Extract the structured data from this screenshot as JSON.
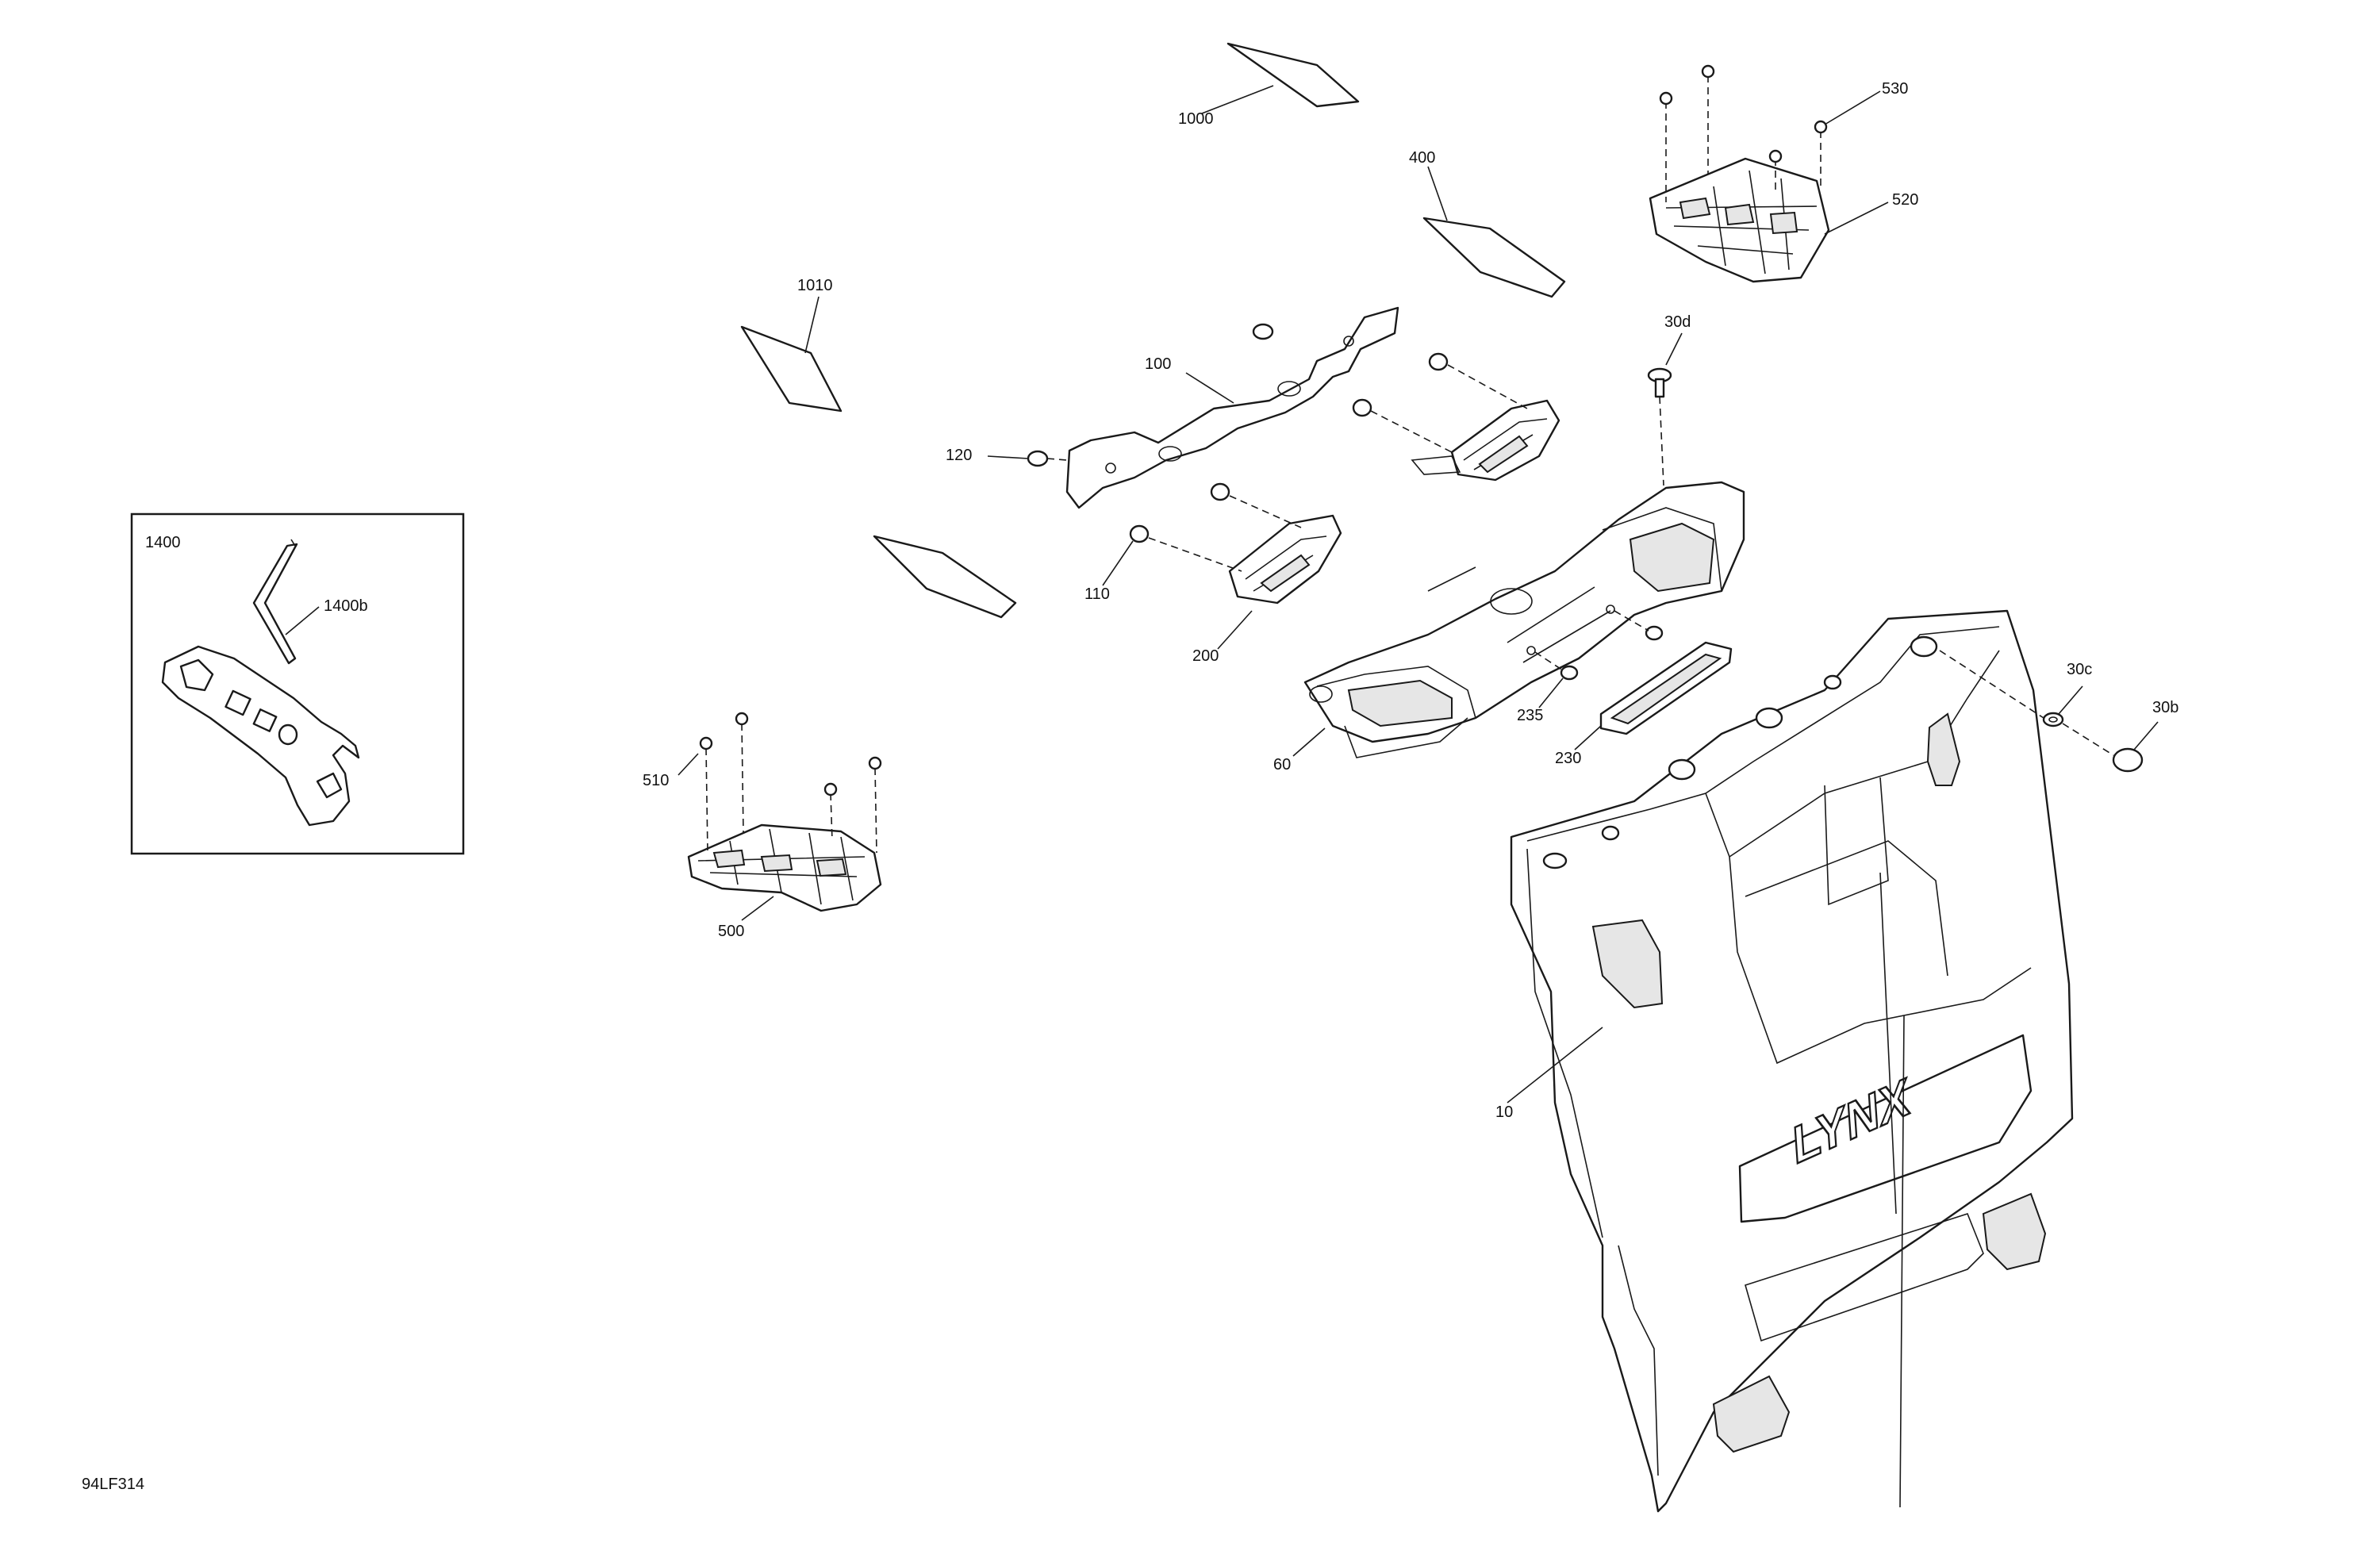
{
  "diagram": {
    "reference_code": "94LF314",
    "inset_title": "1400",
    "callouts": {
      "c1000": "1000",
      "c400": "400",
      "c530": "530",
      "c520": "520",
      "c1010": "1010",
      "c100": "100",
      "c30d": "30d",
      "c120": "120",
      "c110": "110",
      "c200": "200",
      "c235": "235",
      "c230": "230",
      "c60": "60",
      "c30c": "30c",
      "c30b": "30b",
      "c510": "510",
      "c500": "500",
      "c10": "10",
      "c1400b": "1400b"
    },
    "logo_text": "LYNX"
  }
}
